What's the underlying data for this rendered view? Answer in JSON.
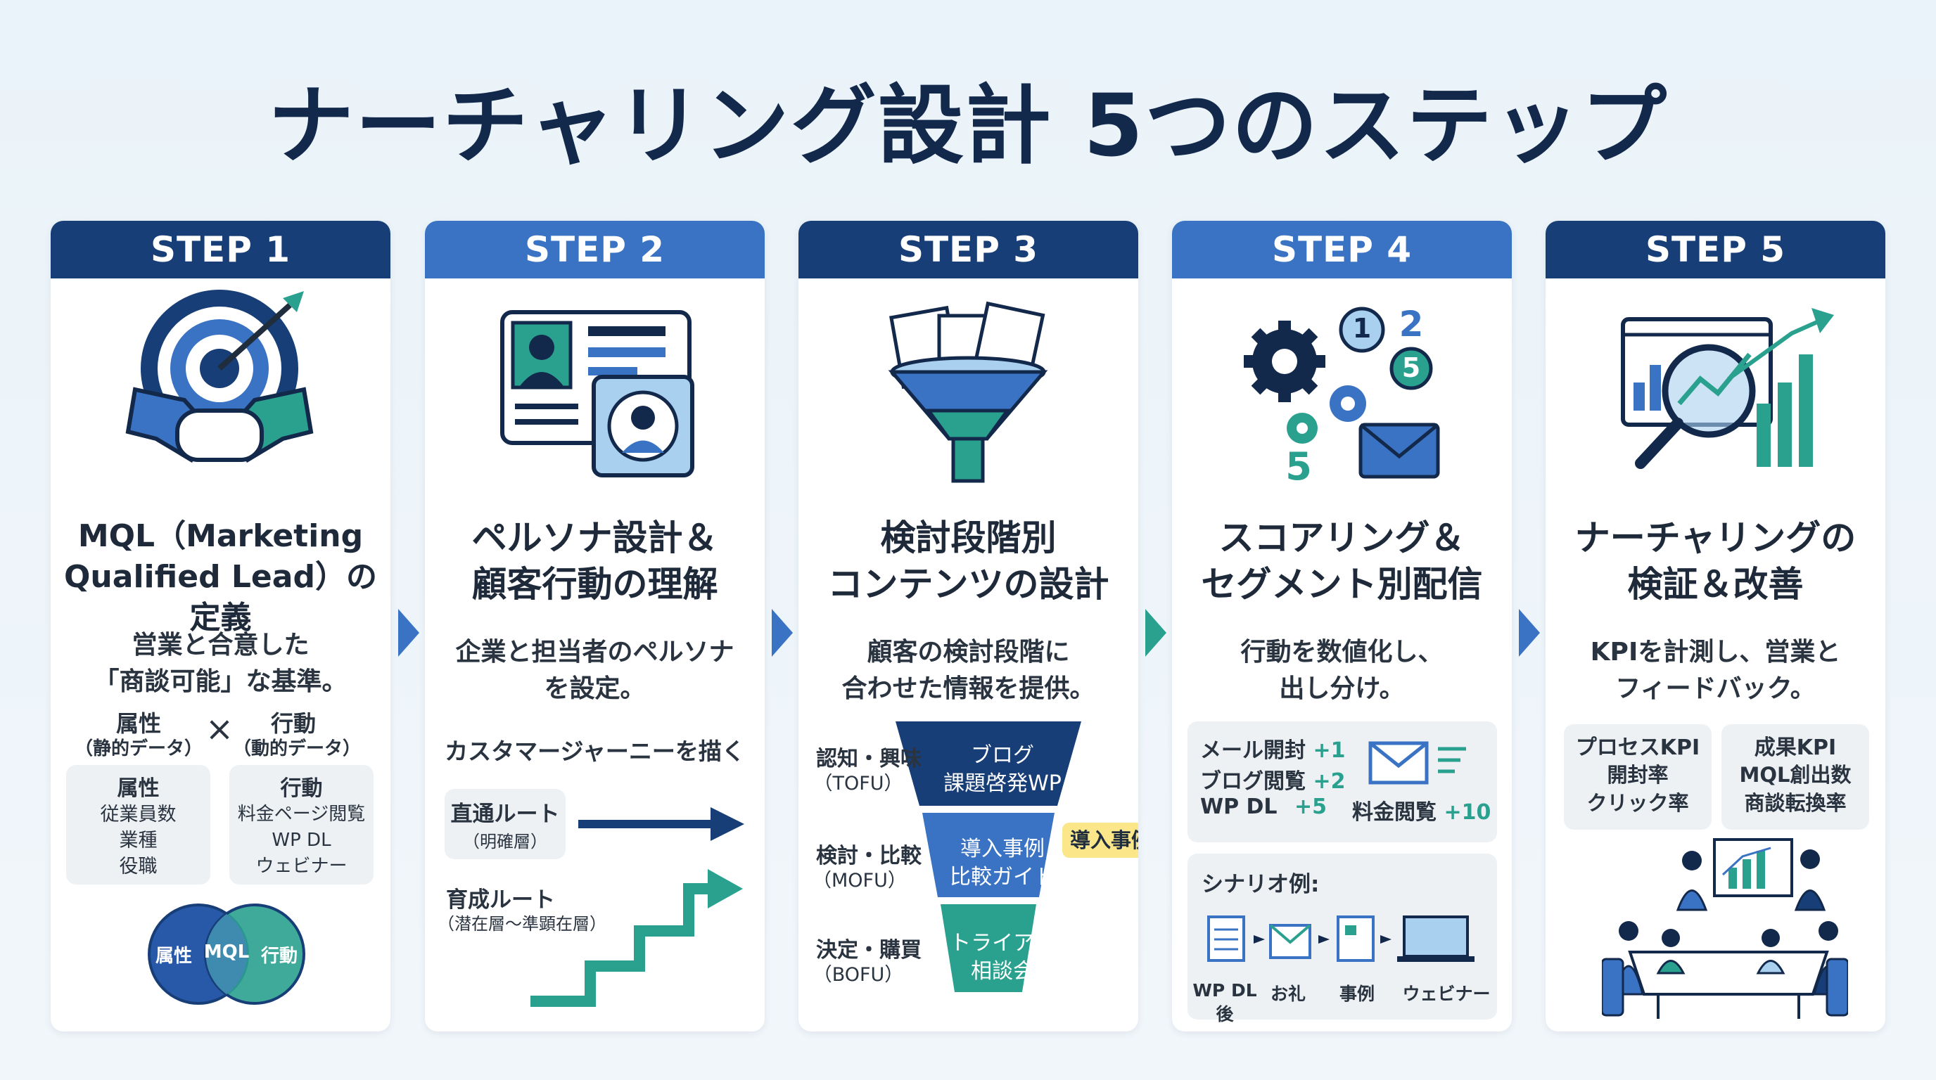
{
  "title": "ナーチャリング設計 5つのステップ",
  "colors": {
    "navy": "#173e77",
    "blue": "#3a73c4",
    "teal": "#2aa18f",
    "bg": "#eaf3f9"
  },
  "steps": [
    {
      "label": "STEP 1",
      "title_line1": "MQL（Marketing",
      "title_line2": "Qualified Lead）の定義",
      "desc_line1": "営業と合意した",
      "desc_line2": "「商談可能」な基準。",
      "attr_label": "属性",
      "attr_sub": "（静的データ）",
      "times": "×",
      "action_label": "行動",
      "action_sub": "（動的データ）",
      "attr_box_title": "属性",
      "attr_box_items": [
        "従業員数",
        "業種",
        "役職"
      ],
      "action_box_title": "行動",
      "action_box_items": [
        "料金ページ閲覧",
        "WP DL",
        "ウェビナー"
      ],
      "venn": [
        "属性",
        "MQL",
        "行動"
      ]
    },
    {
      "label": "STEP 2",
      "title_line1": "ペルソナ設計＆",
      "title_line2": "顧客行動の理解",
      "desc_line1": "企業と担当者のペルソナ",
      "desc_line2": "を設定。",
      "journey": "カスタマージャーニーを描く",
      "route1": "直通ルート",
      "route1_sub": "（明確層）",
      "route2": "育成ルート",
      "route2_sub": "（潜在層〜準顕在層）"
    },
    {
      "label": "STEP 3",
      "title_line1": "検討段階別",
      "title_line2": "コンテンツの設計",
      "desc_line1": "顧客の検討段階に",
      "desc_line2": "合わせた情報を提供。",
      "stages": [
        {
          "name": "認知・興味",
          "code": "（TOFU）",
          "content1": "ブログ",
          "content2": "課題啓発WP"
        },
        {
          "name": "検討・比較",
          "code": "（MOFU）",
          "content1": "導入事例",
          "content2": "比較ガイド"
        },
        {
          "name": "決定・購買",
          "code": "（BOFU）",
          "content1": "トライアル",
          "content2": "相談会"
        }
      ],
      "tag": "導入事例"
    },
    {
      "label": "STEP 4",
      "title_line1": "スコアリング＆",
      "title_line2": "セグメント別配信",
      "desc_line1": "行動を数値化し、",
      "desc_line2": "出し分け。",
      "scores": [
        {
          "name": "メール開封",
          "pts": "+1"
        },
        {
          "name": "ブログ閲覧",
          "pts": "+2"
        },
        {
          "name": "WP DL",
          "pts": "+5"
        },
        {
          "name": "料金閲覧",
          "pts": "+10"
        }
      ],
      "scenario_title": "シナリオ例:",
      "scenario": [
        "WP DL後",
        "お礼",
        "事例",
        "ウェビナー"
      ],
      "icon_numbers": [
        "1",
        "2",
        "5",
        "5"
      ]
    },
    {
      "label": "STEP 5",
      "title_line1": "ナーチャリングの",
      "title_line2": "検証＆改善",
      "desc_line1": "KPIを計測し、営業と",
      "desc_line2": "フィードバック。",
      "kpi1_title": "プロセスKPI",
      "kpi1_items": [
        "開封率",
        "クリック率"
      ],
      "kpi2_title": "成果KPI",
      "kpi2_items": [
        "MQL創出数",
        "商談転換率"
      ]
    }
  ]
}
